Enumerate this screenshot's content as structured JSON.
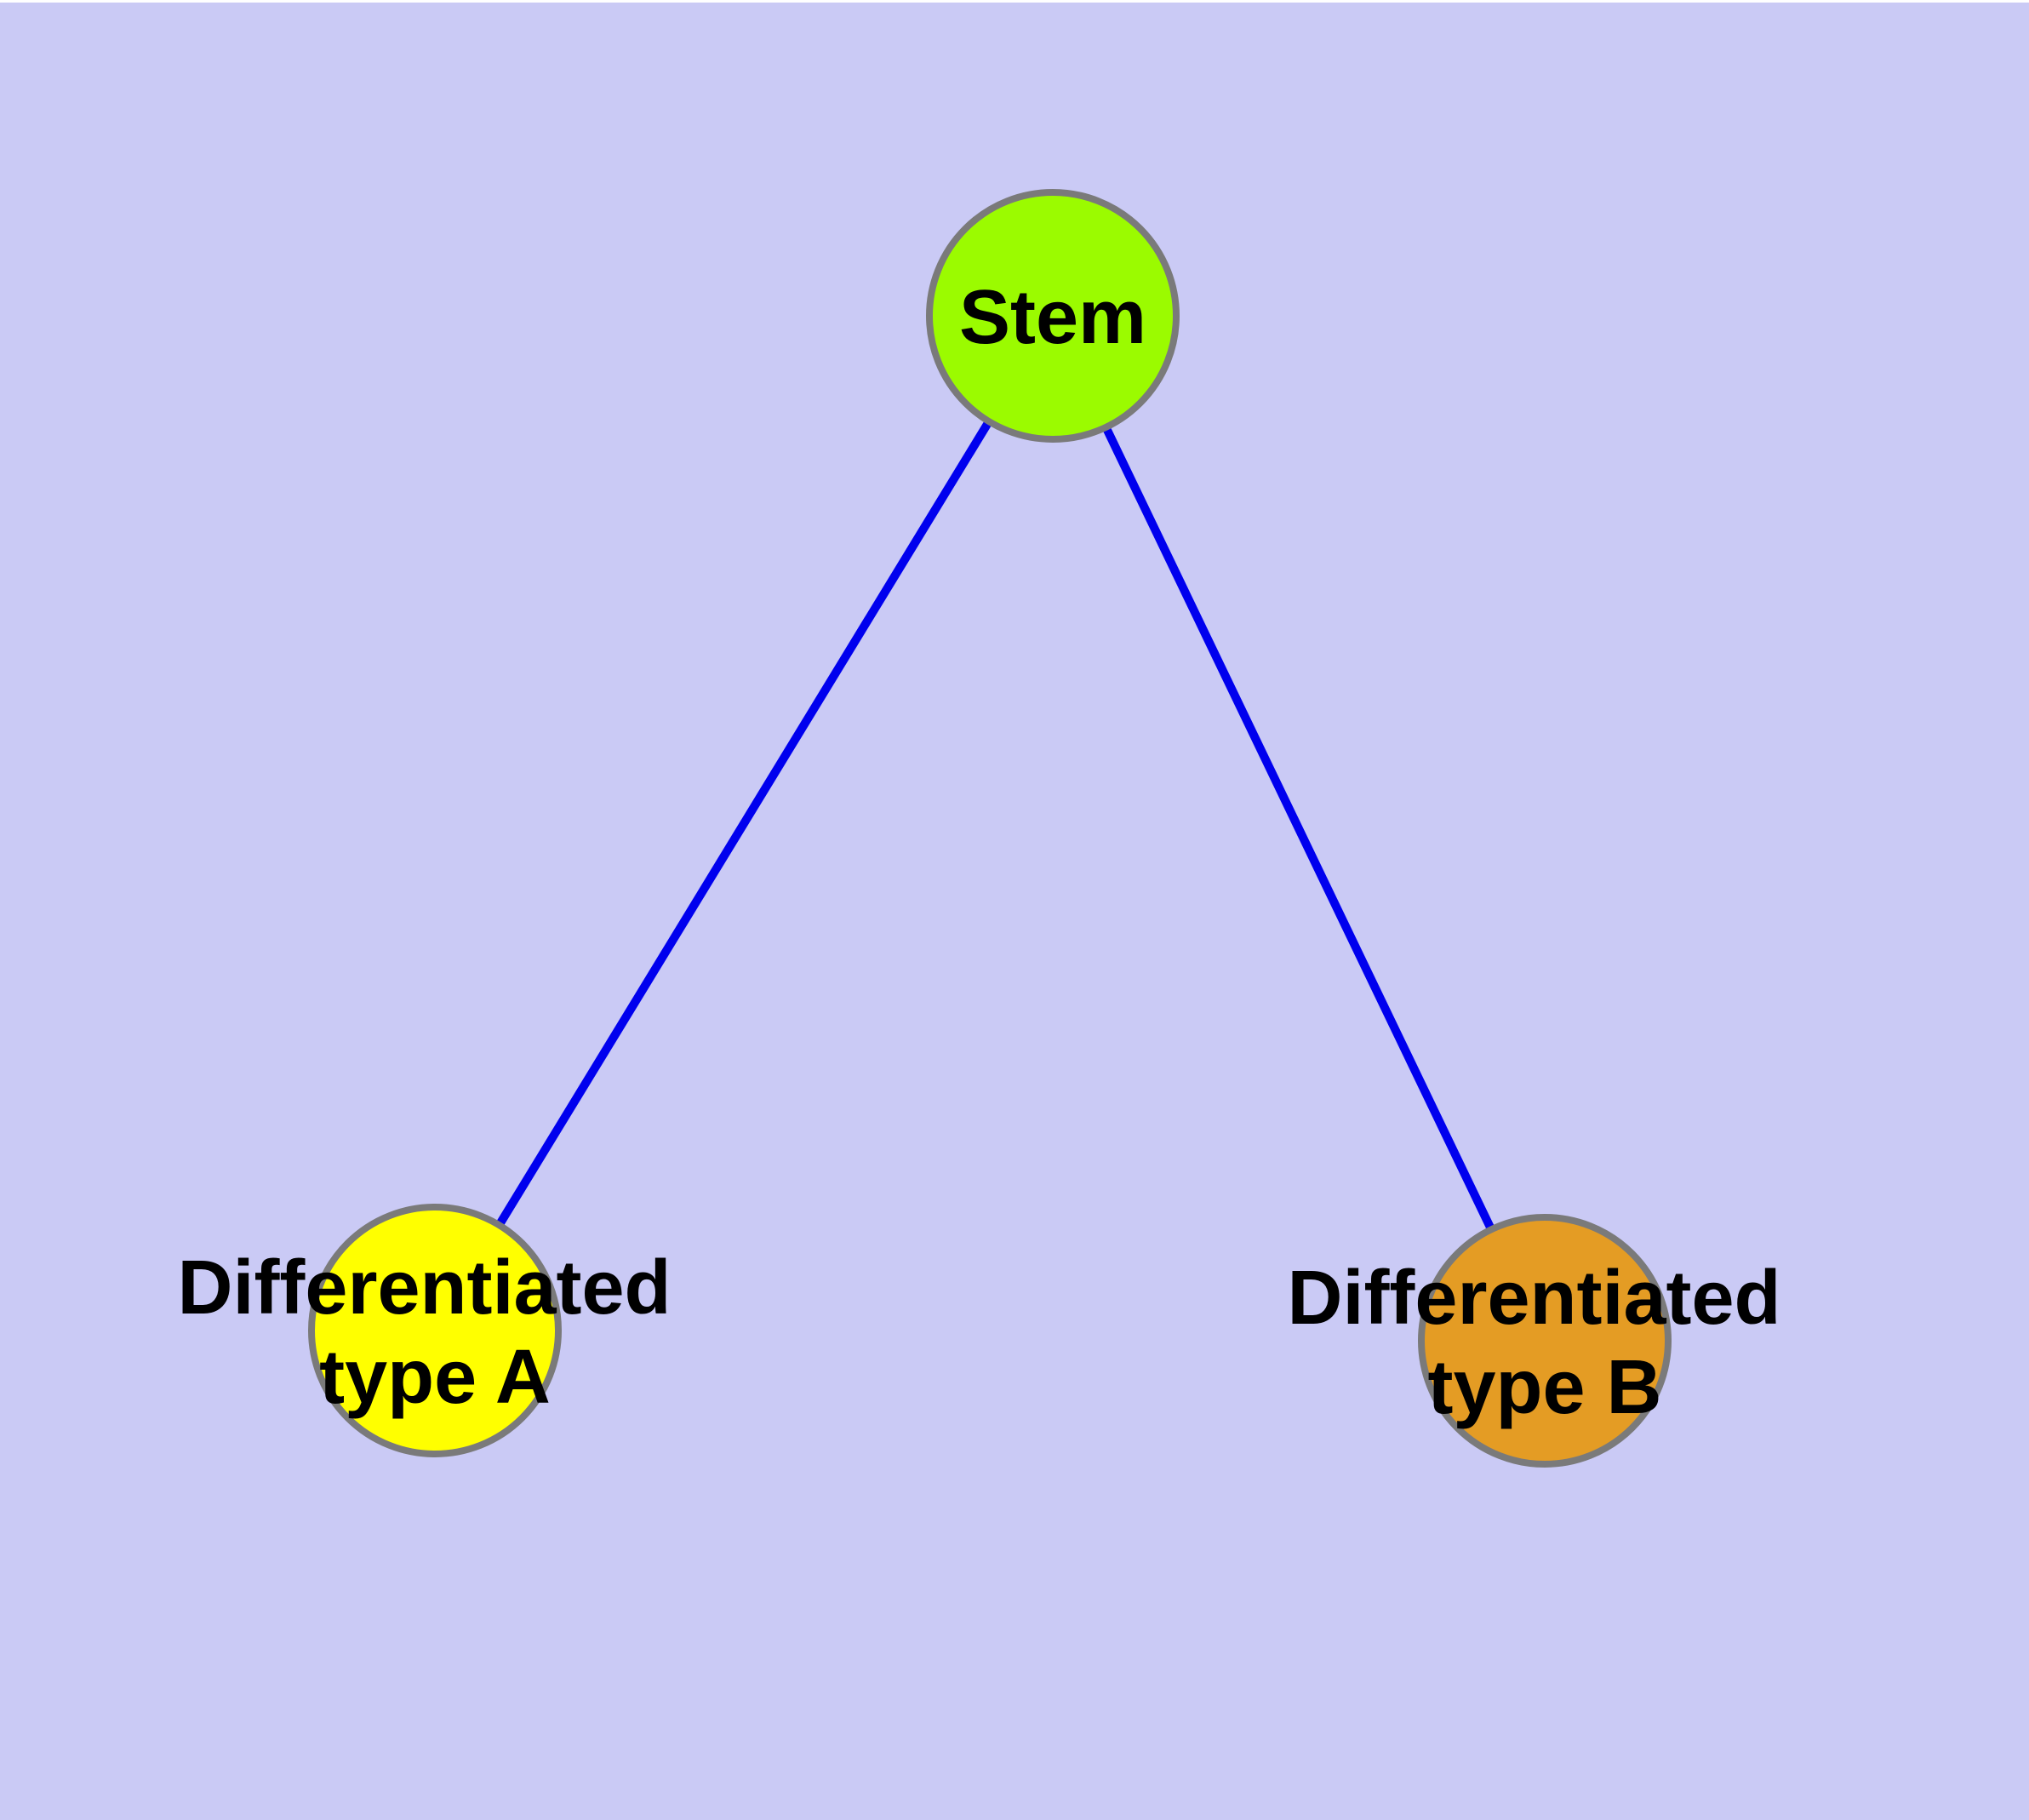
{
  "diagram": {
    "background_color": "#CACAF5",
    "top_margin_color": "#FFFFFF",
    "node_border_color": "#7A7A7A",
    "edge_color": "#0000EE",
    "label_color": "#000000",
    "nodes": [
      {
        "id": "stem",
        "label": "Stem",
        "lines": [
          "Stem"
        ],
        "fill": "#9BFB00"
      },
      {
        "id": "differentiated-type-a",
        "label": "Differentiated type A",
        "lines": [
          "Differentiated",
          "type A"
        ],
        "fill": "#FFFF00"
      },
      {
        "id": "differentiated-type-b",
        "label": "Differentiated type B",
        "lines": [
          "Differentiated",
          "type B"
        ],
        "fill": "#E49C24"
      }
    ],
    "edges": [
      {
        "from": "Stem",
        "to": "Differentiated type A"
      },
      {
        "from": "Stem",
        "to": "Differentiated type B"
      }
    ]
  }
}
